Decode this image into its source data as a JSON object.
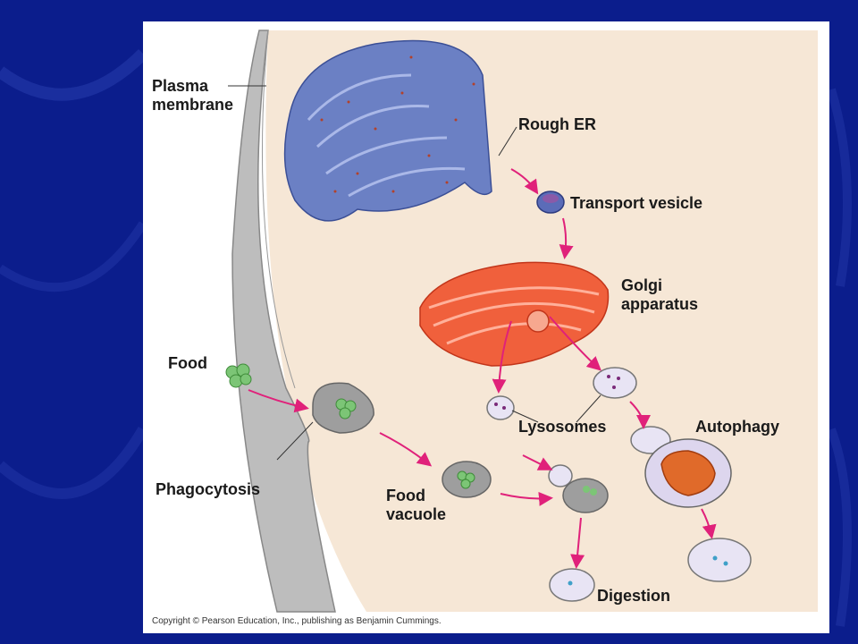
{
  "labels": {
    "plasma_membrane": "Plasma\nmembrane",
    "rough_er": "Rough ER",
    "transport_vesicle": "Transport vesicle",
    "golgi": "Golgi\napparatus",
    "food": "Food",
    "lysosomes": "Lysosomes",
    "autophagy": "Autophagy",
    "phagocytosis": "Phagocytosis",
    "food_vacuole": "Food\nvacuole",
    "digestion": "Digestion"
  },
  "copyright": "Copyright © Pearson Education, Inc., publishing as Benjamin Cummings.",
  "colors": {
    "slide_bg": "#0b1d8c",
    "cytoplasm": "#f6e7d6",
    "membrane": "#b5b5b5",
    "rough_er": "#6b80c4",
    "golgi": "#f0603c",
    "arrow": "#e0217a",
    "food": "#7cc576",
    "vesicle": "#e8e4f4"
  }
}
